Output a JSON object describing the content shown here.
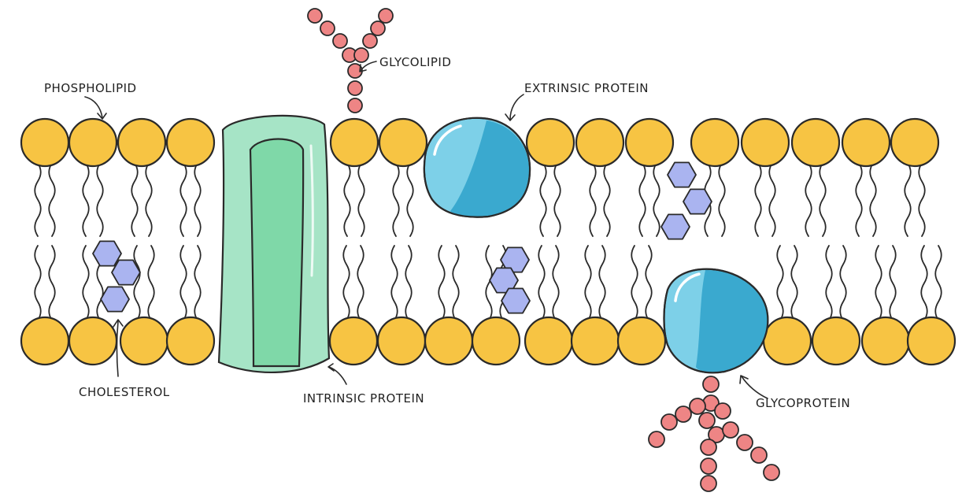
{
  "labels": {
    "phospholipid": "PHOSPHOLIPID",
    "glycolipid": "GLYCOLIPID",
    "extrinsic_protein": "EXTRINSIC PROTEIN",
    "cholesterol": "CHOLESTEROL",
    "intrinsic_protein": "INTRINSIC PROTEIN",
    "glycoprotein": "GLYCOPROTEIN"
  },
  "colors": {
    "phospholipid_head": "#f7c443",
    "carbohydrate_bead": "#ee8585",
    "cholesterol_ring": "#aab4f0",
    "intrinsic_protein_outer": "#a6e4c6",
    "intrinsic_protein_inner": "#7fd8a8",
    "extrinsic_protein_light": "#7dd0e8",
    "extrinsic_protein_dark": "#3aa9cf",
    "outline": "#2a2a2a"
  }
}
